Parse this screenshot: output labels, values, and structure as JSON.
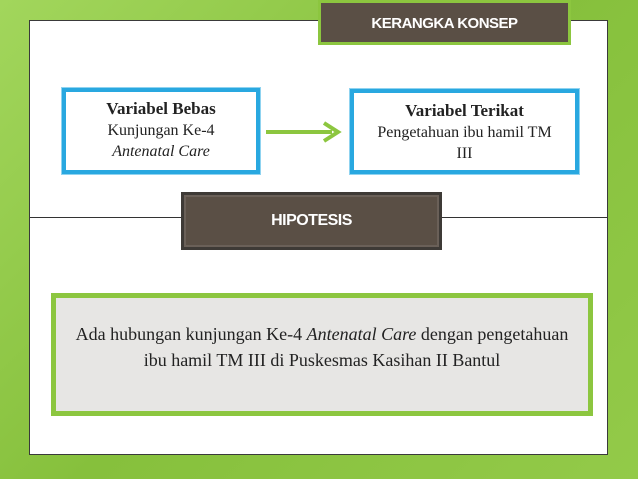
{
  "slide": {
    "title": "KERANGKA KONSEP",
    "independent": {
      "heading": "Variabel Bebas",
      "line1": "Kunjungan Ke-4",
      "line2": "Antenatal Care"
    },
    "dependent": {
      "heading": "Variabel Terikat",
      "line1": "Pengetahuan ibu hamil TM",
      "line2": "III"
    },
    "hypothesis_label": "HIPOTESIS",
    "hypothesis": {
      "part1": "Ada hubungan kunjungan Ke-4 ",
      "part2_italic": "Antenatal Care",
      "part3": " dengan pengetahuan ibu hamil TM III di Puskesmas Kasihan II Bantul"
    }
  },
  "colors": {
    "background_green": "#8cc63f",
    "tab_brown": "#5a4f45",
    "box_blue": "#29a8e0",
    "arrow_green": "#8cc63f"
  }
}
